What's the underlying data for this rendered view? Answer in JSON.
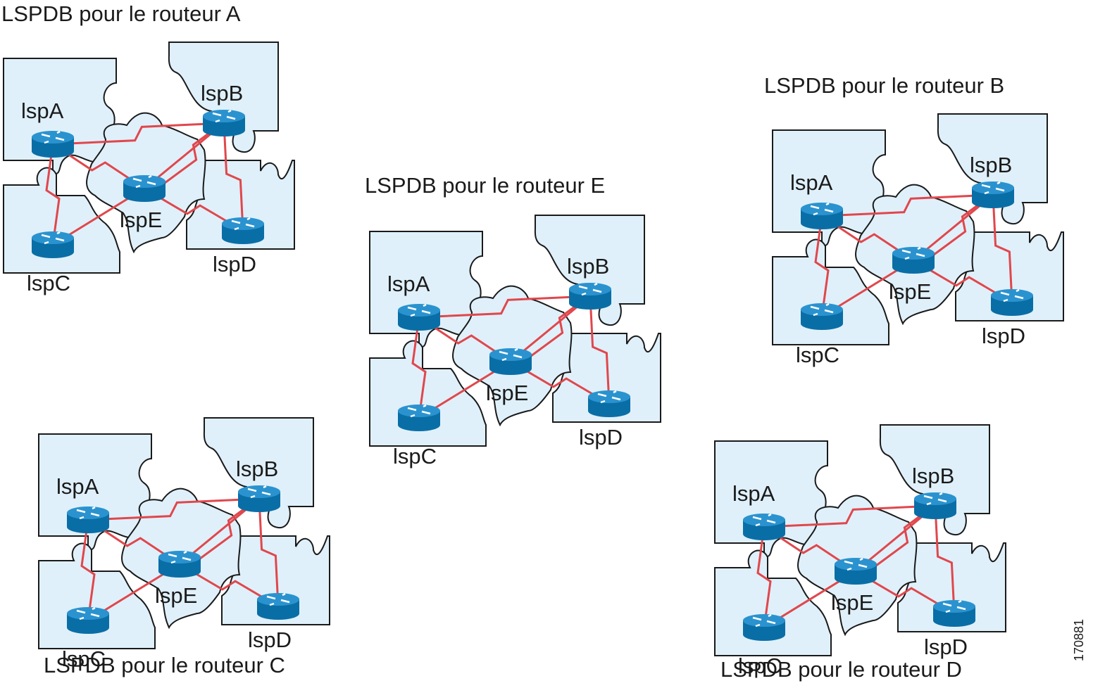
{
  "figure_id": "170881",
  "link_color": "#e0474c",
  "piece_color": "#dff0fa",
  "router_color": "#0a6ea6",
  "panels": [
    {
      "id": "A",
      "title": "LSPDB pour le routeur A"
    },
    {
      "id": "E",
      "title": "LSPDB pour le routeur E"
    },
    {
      "id": "B",
      "title": "LSPDB pour le routeur B"
    },
    {
      "id": "C",
      "title": "LSPDB pour le routeur C"
    },
    {
      "id": "D",
      "title": "LSPDB pour le routeur D"
    }
  ],
  "nodes": [
    "lspA",
    "lspB",
    "lspC",
    "lspD",
    "lspE"
  ],
  "links": [
    [
      "lspA",
      "lspB",
      "serial"
    ],
    [
      "lspA",
      "lspE",
      "serial"
    ],
    [
      "lspA",
      "lspC",
      "serial"
    ],
    [
      "lspB",
      "lspE",
      "serial"
    ],
    [
      "lspB",
      "lspE",
      "ethernet"
    ],
    [
      "lspB",
      "lspD",
      "serial"
    ],
    [
      "lspC",
      "lspE",
      "ethernet"
    ],
    [
      "lspD",
      "lspE",
      "serial"
    ]
  ]
}
